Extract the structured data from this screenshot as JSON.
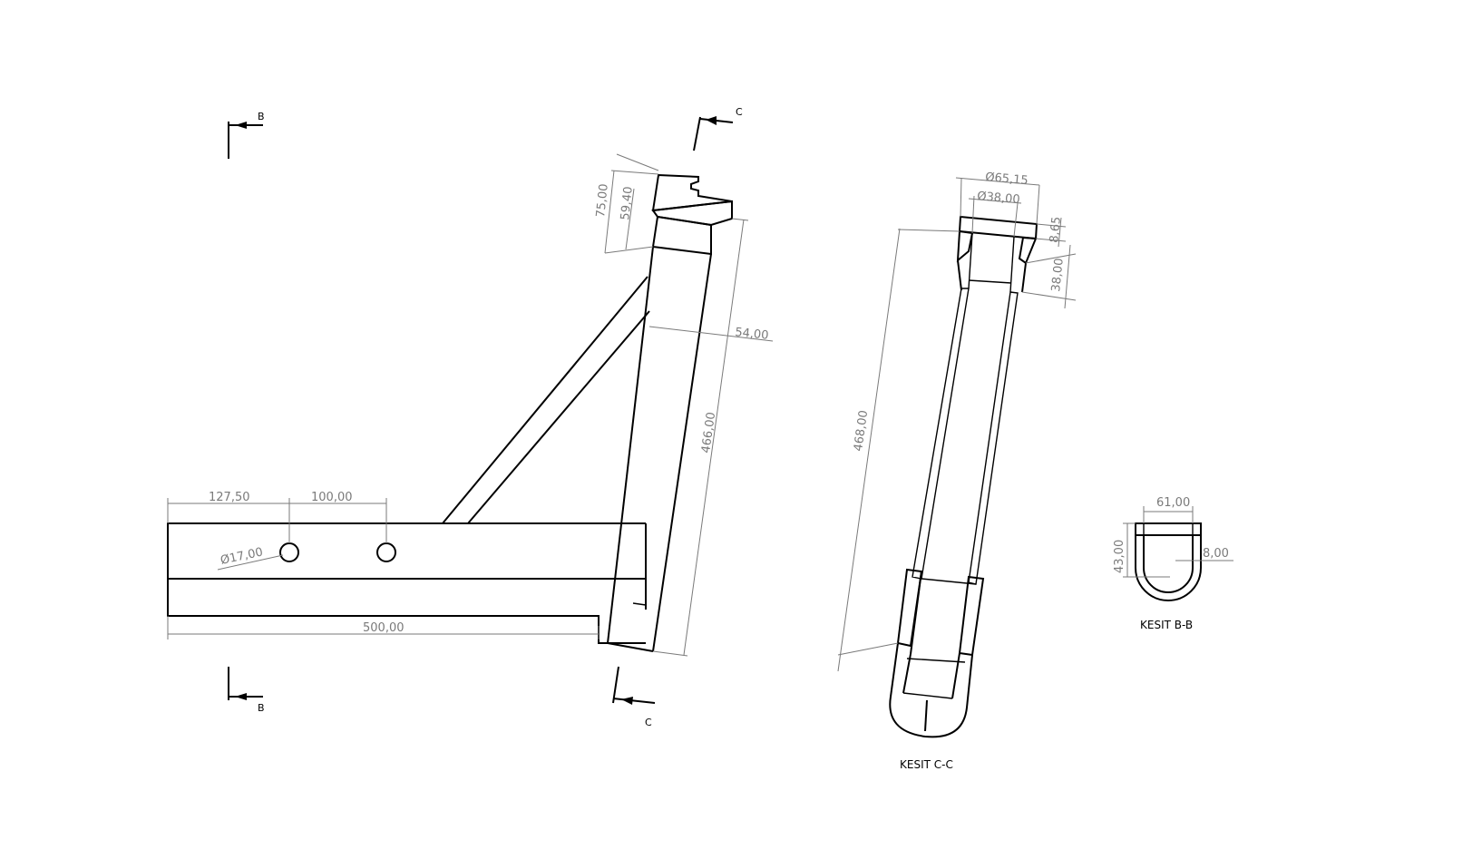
{
  "section_markers": {
    "b_top": "B",
    "b_bottom": "B",
    "c_top": "C",
    "c_bottom": "C"
  },
  "main_view": {
    "dim_127_50": "127,50",
    "dim_100_00": "100,00",
    "dim_diameter_17": "Ø17,00",
    "dim_500_00": "500,00",
    "dim_75_00": "75,00",
    "dim_59_40": "59,40",
    "dim_54_00": "54,00",
    "dim_466_00": "466,00"
  },
  "section_c": {
    "title": "KESIT C-C",
    "dim_65_15": "Ø65,15",
    "dim_38_00_dia": "Ø38,00",
    "dim_8_65": "8,65",
    "dim_38_00": "38,00",
    "dim_468_00": "468,00"
  },
  "section_b": {
    "title": "KESIT B-B",
    "dim_61_00": "61,00",
    "dim_43_00": "43,00",
    "dim_8_00": "8,00"
  }
}
